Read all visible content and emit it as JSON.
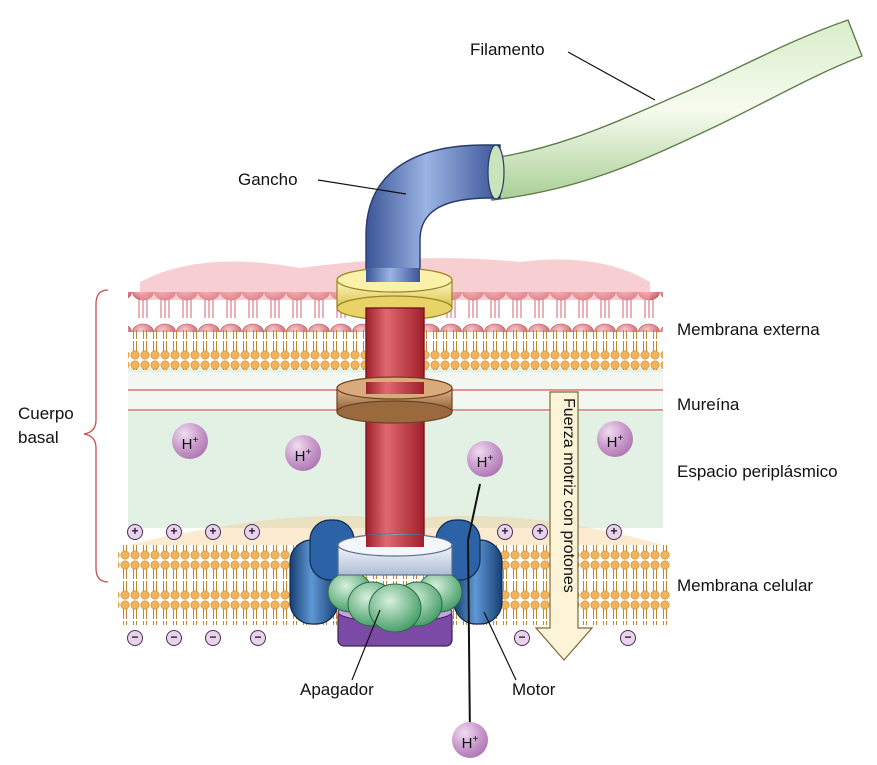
{
  "labels": {
    "filamento": "Filamento",
    "gancho": "Gancho",
    "membrana_externa": "Membrana externa",
    "mureina": "Mureína",
    "espacio_periplasmico": "Espacio periplásmico",
    "membrana_celular": "Membrana celular",
    "cuerpo_basal_1": "Cuerpo",
    "cuerpo_basal_2": "basal",
    "apagador": "Apagador",
    "motor": "Motor",
    "fuerza_motriz": "Fuerza motriz con protones"
  },
  "ions": {
    "proton": "H",
    "proton_charge": "+",
    "positive": "+",
    "negative": "−"
  },
  "colors": {
    "outer_lipid_head": "#e9a24a",
    "lps": "#e3848c",
    "periplasm": "#e2f1e4",
    "murein_line": "#d45a5a",
    "rod": "#c8323c",
    "hook": "#4f6fb5",
    "filament": "#bfe0b0",
    "l_ring": "#f3e07a",
    "p_ring": "#b07a4a",
    "motor": "#1f5fa0",
    "switch": "#6cbf8a",
    "ms_ring": "#dfe6f2",
    "pmf_arrow": "#fdf4d8"
  }
}
